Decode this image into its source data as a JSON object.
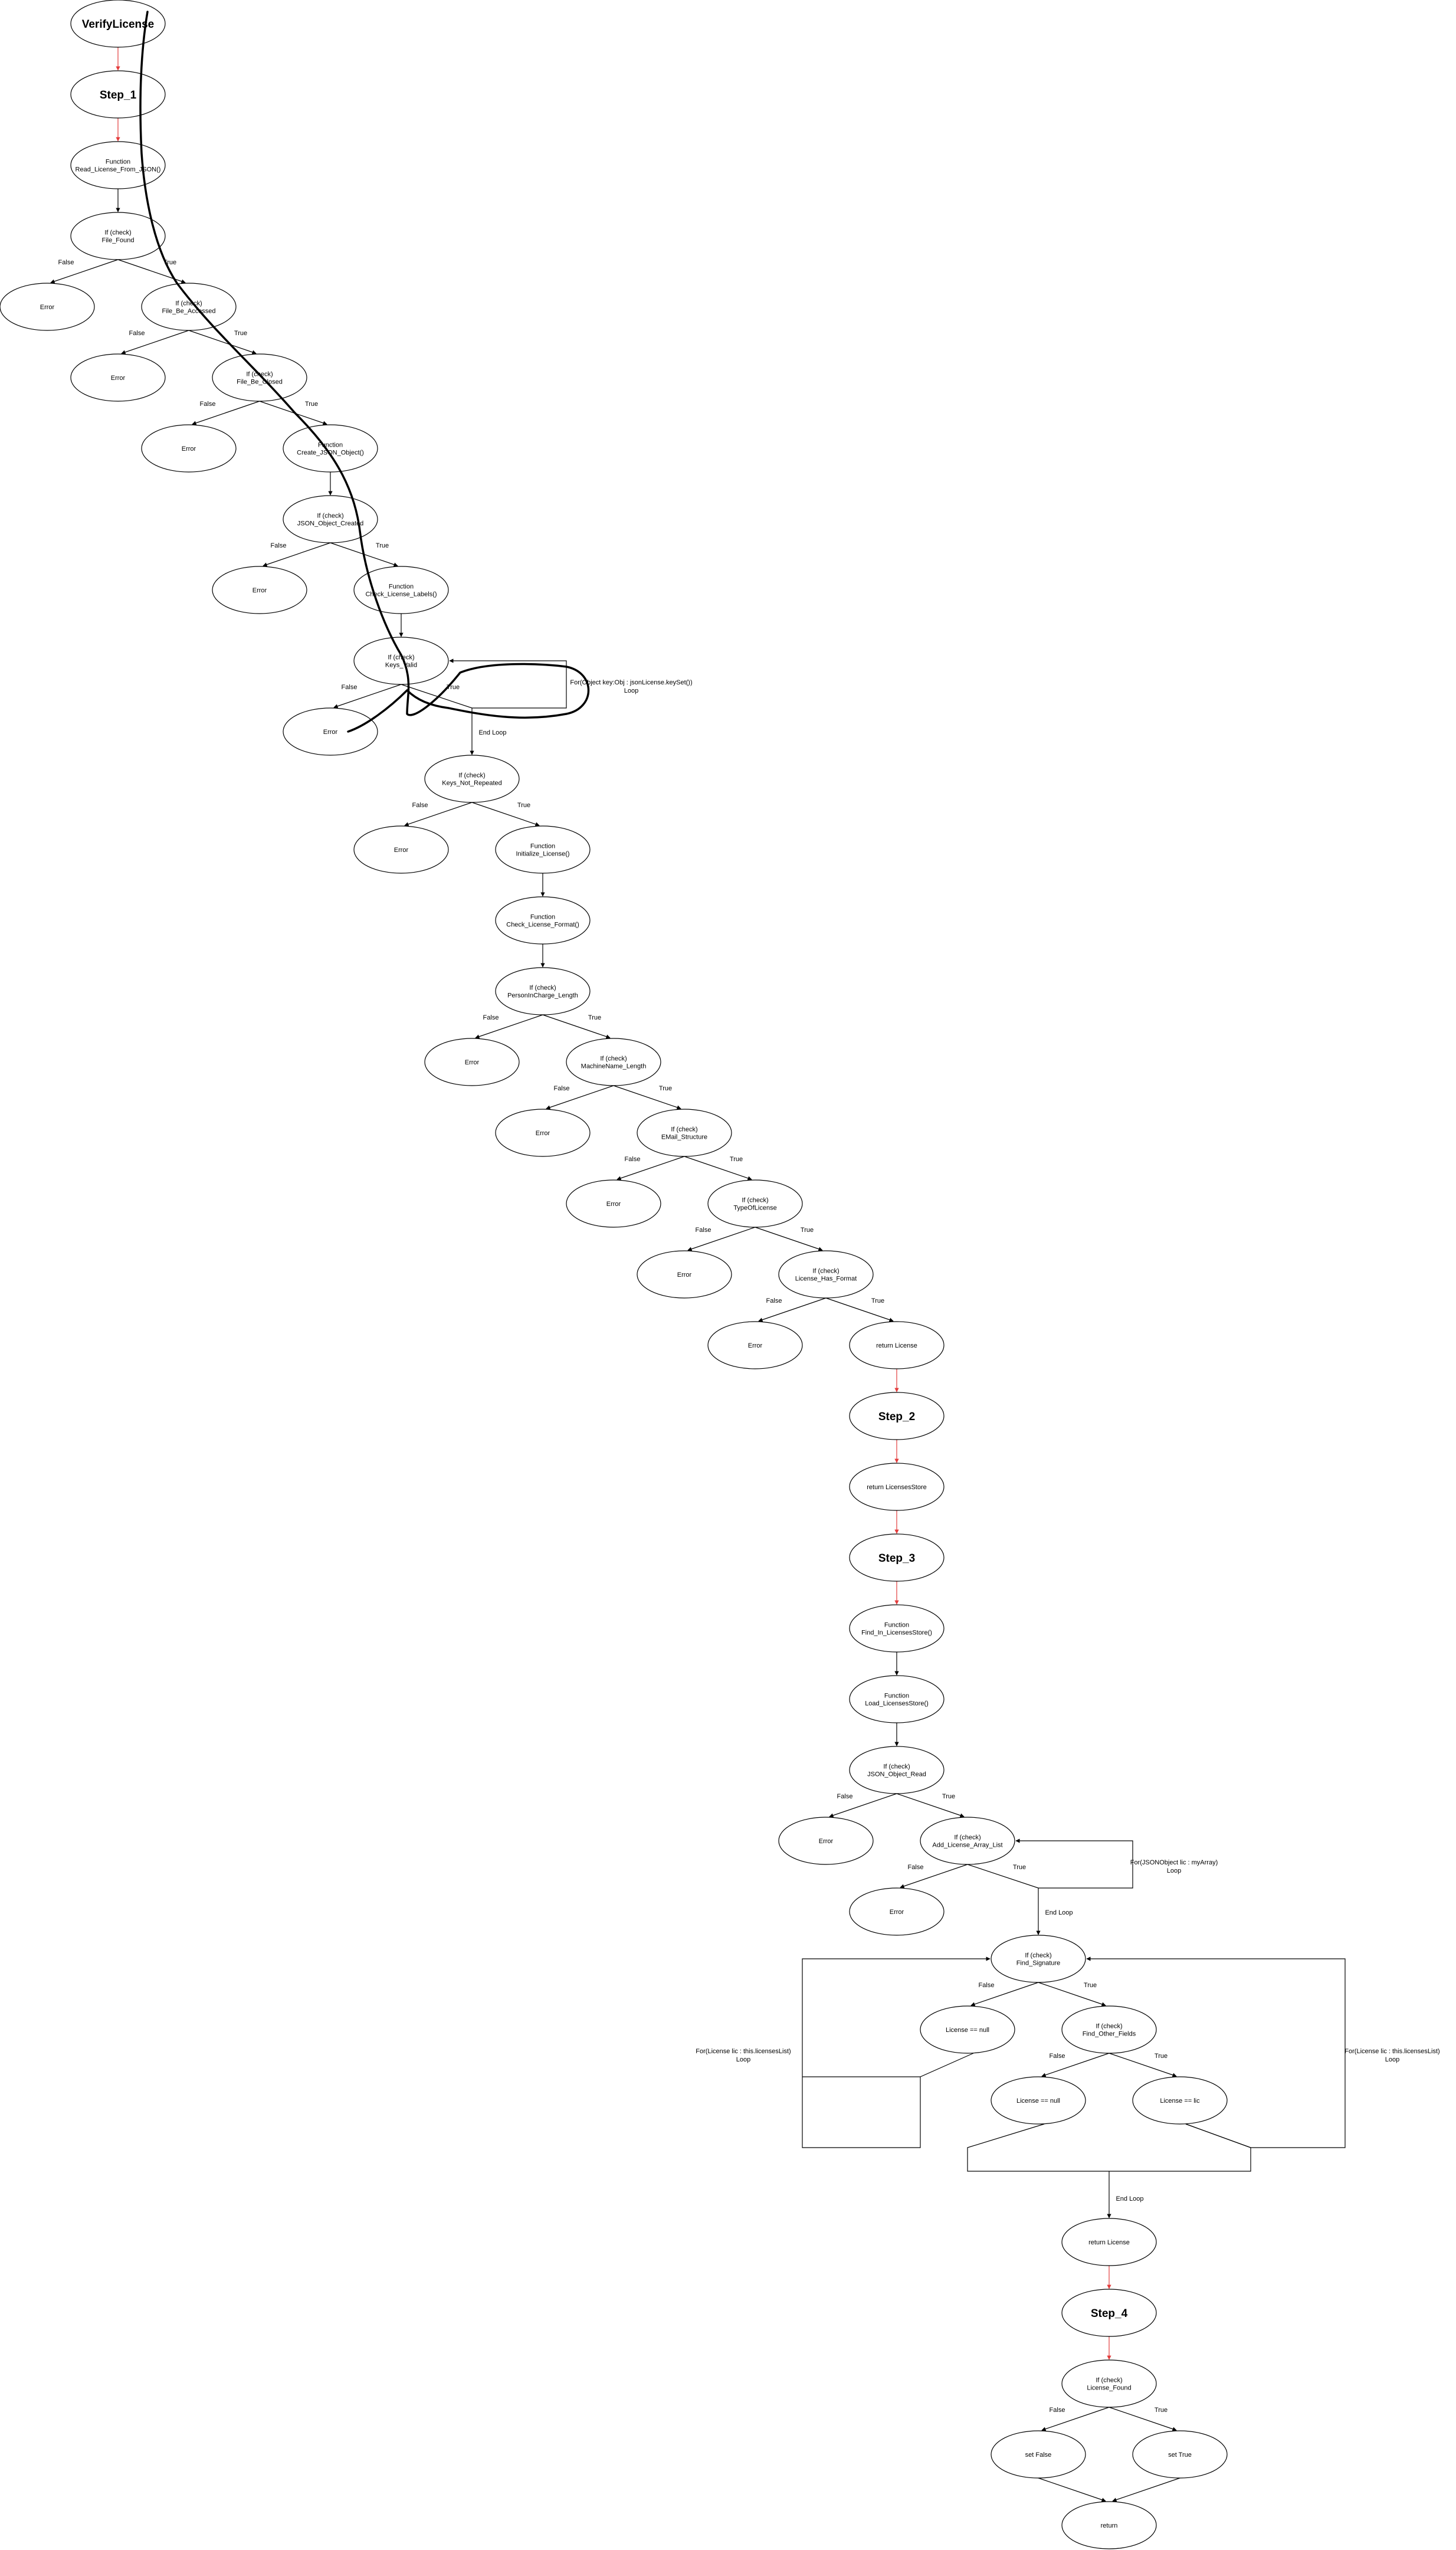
{
  "diagram": {
    "colors": {
      "stroke": "#000000",
      "step_arrow": "#e33b3b",
      "background": "#ffffff",
      "scribble": "#000000"
    },
    "nodes": {
      "verify_license": [
        "VerifyLicense"
      ],
      "step_1": [
        "Step_1"
      ],
      "read_license_from_json": [
        "Function",
        "Read_License_From_JSON()"
      ],
      "file_found": [
        "If (check)",
        "File_Found"
      ],
      "err_file_found": [
        "Error"
      ],
      "file_can_be_accessed": [
        "If (check)",
        "File_Be_Accessed"
      ],
      "err_accessed": [
        "Error"
      ],
      "file_can_be_closed": [
        "If (check)",
        "File_Be_Closed"
      ],
      "err_closed": [
        "Error"
      ],
      "create_json_object": [
        "Function",
        "Create_JSON_Object()"
      ],
      "json_object_created": [
        "If (check)",
        "JSON_Object_Created"
      ],
      "err_json_created": [
        "Error"
      ],
      "check_license_labels": [
        "Function",
        "Check_License_Labels()"
      ],
      "keys_valid": [
        "If (check)",
        "Keys_Valid"
      ],
      "err_keys_valid": [
        "Error"
      ],
      "keys_not_repeated": [
        "If (check)",
        "Keys_Not_Repeated"
      ],
      "err_not_repeated": [
        "Error"
      ],
      "initialize_license": [
        "Function",
        "Initialize_License()"
      ],
      "check_license_format": [
        "Function",
        "Check_License_Format()"
      ],
      "persona_charge_length": [
        "If (check)",
        "PersonInCharge_Length"
      ],
      "err_persona": [
        "Error"
      ],
      "machine_name_length": [
        "If (check)",
        "MachineName_Length"
      ],
      "err_machine": [
        "Error"
      ],
      "email_structure": [
        "If (check)",
        "EMail_Structure"
      ],
      "err_email": [
        "Error"
      ],
      "type_of_license": [
        "If (check)",
        "TypeOfLicense"
      ],
      "err_type": [
        "Error"
      ],
      "license_has_format": [
        "If (check)",
        "License_Has_Format"
      ],
      "err_format": [
        "Error"
      ],
      "return_license_1": [
        "return License"
      ],
      "step_2": [
        "Step_2"
      ],
      "return_licenses_store": [
        "return LicensesStore"
      ],
      "step_3": [
        "Step_3"
      ],
      "find_in_licenses_store": [
        "Function",
        "Find_In_LicensesStore()"
      ],
      "load_licenses_store": [
        "Function",
        "Load_LicensesStore()"
      ],
      "json_object_read": [
        "If (check)",
        "JSON_Object_Read"
      ],
      "err_json_read": [
        "Error"
      ],
      "add_license_array_list": [
        "If (check)",
        "Add_License_Array_List"
      ],
      "err_add_license": [
        "Error"
      ],
      "find_signature": [
        "If (check)",
        "Find_Signature"
      ],
      "license_null_1": [
        "License == null"
      ],
      "find_other_fields": [
        "If (check)",
        "Find_Other_Fields"
      ],
      "license_null_2": [
        "License == null"
      ],
      "license_eq_lic": [
        "License == lic"
      ],
      "return_license_2": [
        "return License"
      ],
      "step_4": [
        "Step_4"
      ],
      "license_found": [
        "If (check)",
        "License_Found"
      ],
      "set_false": [
        "set False"
      ],
      "set_true": [
        "set True"
      ],
      "return_final": [
        "return"
      ]
    },
    "edge_labels": {
      "false": "False",
      "true": "True",
      "end_loop": "End Loop"
    },
    "loop_labels": {
      "keys_loop": [
        "For(Object key:Obj : jsonLicense.keySet())",
        "Loop"
      ],
      "license_array_loop": [
        "For(JSONObject lic : myArray)",
        "Loop"
      ],
      "left_license_loop": [
        "For(License lic : this.licensesList)",
        "Loop"
      ],
      "right_license_loop": [
        "For(License lic : this.licensesList)",
        "Loop"
      ]
    }
  }
}
